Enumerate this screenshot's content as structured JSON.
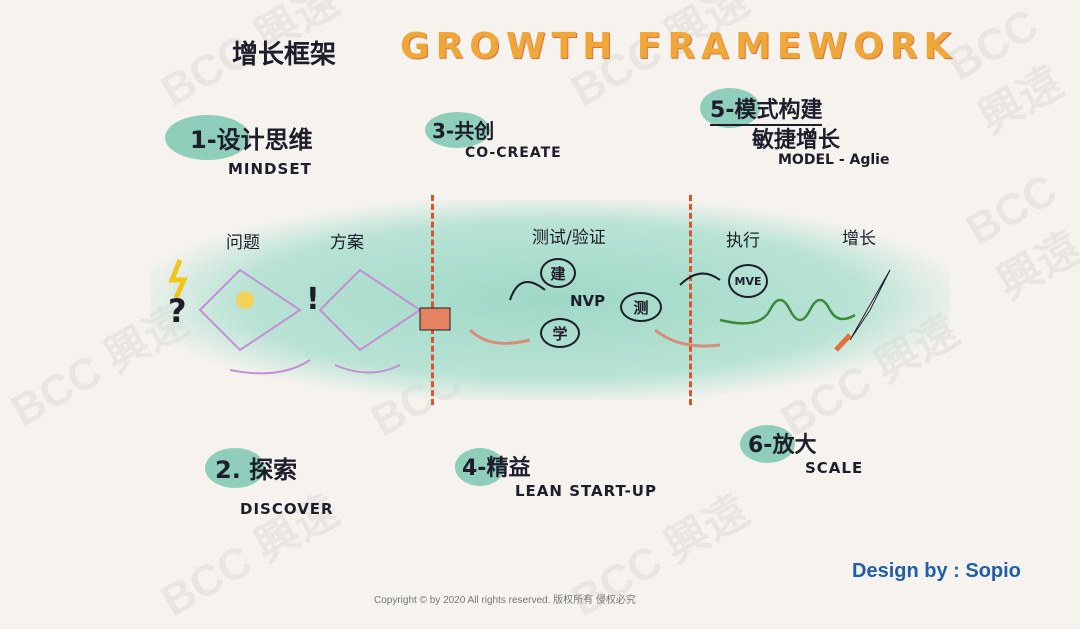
{
  "title": {
    "cn": "增长框架",
    "en": "GROWTH FRAMEWORK"
  },
  "sections": {
    "s1": {
      "title": "1-设计思维",
      "sub": "MINDSET"
    },
    "s2": {
      "title": "2. 探索",
      "sub": "DISCOVER"
    },
    "s3": {
      "title": "3-共创",
      "sub": "CO-CREATE"
    },
    "s4": {
      "title": "4-精益",
      "sub": "LEAN START-UP"
    },
    "s5": {
      "title": "5-模式构建",
      "title2": "敏捷增长",
      "sub": "MODEL - Aglie"
    },
    "s6": {
      "title": "6-放大",
      "sub": "SCALE"
    }
  },
  "diagram": {
    "problem": "问题",
    "solution": "方案",
    "test": "测试/验证",
    "execute": "执行",
    "growth": "增长",
    "build": "建",
    "measure": "测",
    "learn": "学",
    "mvp": "NVP",
    "mve": "MVE",
    "question": "?",
    "exclaim": "!"
  },
  "watermark": "BCC 興遠",
  "credit": "Design by : Sopio",
  "copyright": "Copyright © by 2020 All rights reserved.  版权所有 侵权必究",
  "colors": {
    "teal": "#7cc7b2",
    "accent": "#d9552b",
    "title": "#f0a73a",
    "credit": "#1f5fa8"
  }
}
